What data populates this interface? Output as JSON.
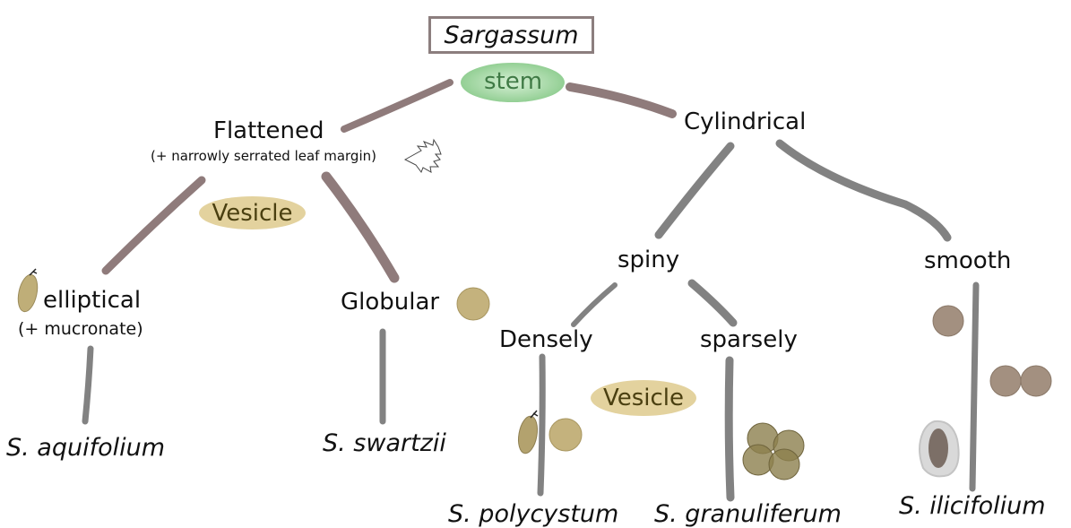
{
  "root": "Sargassum",
  "nodes": {
    "stem": "stem",
    "flattened": "Flattened",
    "flattened_note": "(+ narrowly serrated leaf margin)",
    "cylindrical": "Cylindrical",
    "vesicle_left": "Vesicle",
    "elliptical": "elliptical",
    "elliptical_note": "(+ mucronate)",
    "globular": "Globular",
    "spiny": "spiny",
    "smooth": "smooth",
    "densely": "Densely",
    "sparsely": "sparsely",
    "vesicle_right": "Vesicle"
  },
  "species": {
    "aquifolium": "S. aquifolium",
    "swartzii": "S. swartzii",
    "polycystum": "S. polycystum",
    "granuliferum": "S. granuliferum",
    "ilicifolium": "S. ilicifolium"
  },
  "colors": {
    "edge_flattened": "#8f7b7b",
    "edge_cylindrical": "#828282",
    "stem_pill": "#a3d9a5",
    "vesicle_pill": "#e3d29e",
    "vesicle_olive": "#bfae78",
    "vesicle_brown": "#a39080",
    "vesicle_dark": "#8c7f4e"
  }
}
